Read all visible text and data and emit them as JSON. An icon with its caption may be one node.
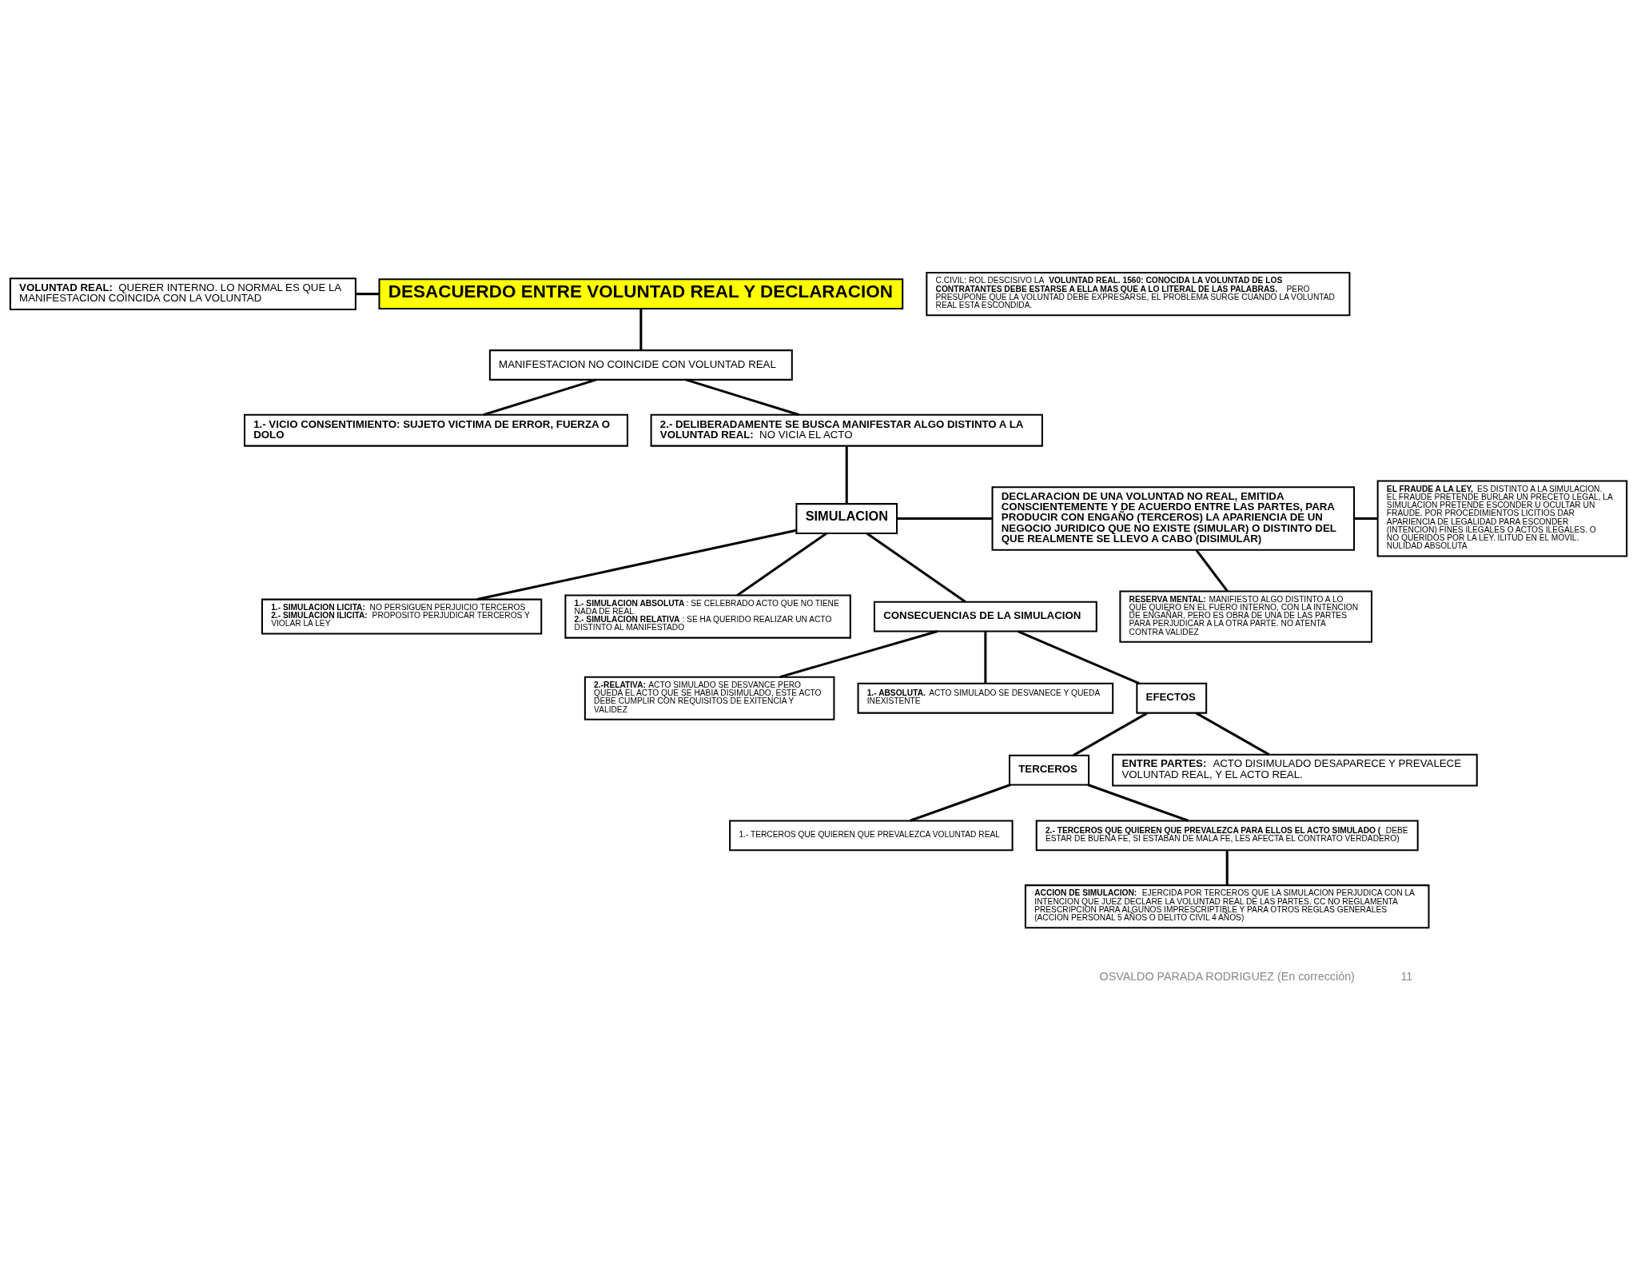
{
  "diagram": {
    "nodes": [
      {
        "text": [
          "**VOLUNTAD REAL:** QUERER INTERNO. LO NORMAL ES QUE LA MANIFESTACION COINCIDA CON LA VOLUNTAD"
        ]
      },
      {
        "text": [
          "DESACUERDO ENTRE VOLUNTAD REAL Y DECLARACION"
        ]
      },
      {
        "text": [
          "MANIFESTACION NO COINCIDE CON VOLUNTAD REAL"
        ]
      },
      {
        "text": [
          "1.- VICIO CONSENTIMIENTO: SUJETO VICTIMA DE ERROR, FUERZA O DOLO"
        ]
      },
      {
        "text": [
          "**2.- DELIBERADAMENTE SE BUSCA MANIFESTAR ALGO DISTINTO A LA VOLUNTAD REAL:** NO VICIA EL ACTO"
        ]
      },
      {
        "text": [
          "**EL FRAUDE A LA LEY,** ES DISTINTO A LA SIMULACION. EL FRAUDE PRETENDE BURLAR UN PRECETO LEGAL, LA SIMULACION PRETENDE ESCONDER U OCULTAR UN FRAUDE. POR PROCEDIMIENTOS LICITIOS DAR APARIENCIA DE LEGALIDAD PARA ESCONDER (INTENCION) FINES ILEGALES O ACTOS ILEGALES. O NO QUERIDOS POR LA LEY. ILITUD EN EL MOVIL. NULIDAD ABSOLUTA"
        ]
      },
      {
        "text": [
          "DECLARACION DE UNA VOLUNTAD NO REAL, EMITIDA CONSCIENTEMENTE Y DE ACUERDO ENTRE LAS PARTES, PARA PRODUCIR CON ENGAÑO (TERCEROS) LA APARIENCIA DE UN NEGOCIO JURIDICO QUE NO EXISTE (SIMULAR) O DISTINTO DEL QUE REALMENTE SE LLEVO A CABO (DISIMULAR)"
        ]
      },
      {
        "text": [
          "SIMULACION"
        ]
      },
      {
        "text": [
          "**1.- SIMULACION LICITA:** NO PERSIGUEN PERJUICIO TERCEROS",
          "**2.- SIMULACION ILICITA:** PROPOSITO PERJUDICAR TERCEROS Y VIOLAR LA LEY"
        ]
      },
      {
        "text": [
          "**1.- SIMULACION ABSOLUTA**: SE CELEBRADO ACTO QUE NO TIENE NADA DE REAL",
          "**2.- SIMULACION RELATIVA**: SE HA QUERIDO REALIZAR UN ACTO DISTINTO AL MANIFESTADO"
        ]
      },
      {
        "text": [
          "**RESERVA MENTAL:** MANIFIESTO ALGO DISTINTO A LO QUE QUIERO EN EL FUERO INTERNO, CON LA INTENCION DE ENGAÑAR, PERO ES OBRA DE UNA DE LAS PARTES PARA PERJUDICAR A LA OTRA PARTE. NO ATENTA CONTRA VALIDEZ"
        ]
      },
      {
        "text": [
          "C.CIVIL: ROL DESCISIVO LA **VOLUNTAD REAL. 1560: CONOCIDA LA VOLUNTAD DE LOS CONTRATANTES DEBE ESTARSE A ELLA MAS QUE A LO LITERAL DE LAS PALABRAS.** PERO PRESUPONE QUE LA VOLUNTAD DEBE EXPRESARSE, EL PROBLEMA SURGE CUANDO LA VOLUNTAD REAL ESTA ESCONDIDA."
        ]
      },
      {
        "text": [
          "CONSECUENCIAS DE LA SIMULACION"
        ]
      },
      {
        "text": [
          "**2.-RELATIVA:** ACTO SIMULADO SE DESVANCE PERO QUEDA EL ACTO QUE SE HABIA DISIMULADO, ESTE ACTO DEBE CUMPLIR CON REQUISITOS DE EXITENCIA Y VALIDEZ"
        ]
      },
      {
        "text": [
          "**1.- ABSOLUTA.** ACTO SIMULADO SE DESVANECE Y QUEDA INEXISTENTE"
        ]
      },
      {
        "text": [
          "EFECTOS"
        ]
      },
      {
        "text": [
          "1.- TERCEROS QUE QUIEREN QUE PREVALEZCA VOLUNTAD REAL"
        ]
      },
      {
        "text": [
          "TERCEROS"
        ]
      },
      {
        "text": [
          "**ENTRE PARTES:** ACTO DISIMULADO DESAPARECE Y PREVALECE VOLUNTAD REAL, Y EL ACTO REAL."
        ]
      },
      {
        "text": [
          "**2.- TERCEROS QUE QUIEREN QUE PREVALEZCA PARA ELLOS EL ACTO SIMULADO (**DEBE ESTAR DE BUENA FE, SI ESTABAN DE MALA FE, LES AFECTA EL CONTRATO VERDADERO)"
        ]
      },
      {
        "text": [
          "**ACCION DE SIMULACION:** EJERCIDA POR TERCEROS QUE LA SIMULACION PERJUDICA CON LA INTENCION QUE JUEZ DECLARE LA VOLUNTAD REAL DE LAS PARTES. CC NO REGLAMENTA PRESCRIPCION PARA ALGUNOS IMPRESCRIPTIBLE Y PARA OTROS REGLAS GENERALES (ACCION PERSONAL 5 AÑOS O DELITO CIVIL 4 AÑOS)"
        ]
      }
    ],
    "edges": [
      {
        "from": 0,
        "to": 1,
        "arrow": "none"
      },
      {
        "from": 1,
        "to": 2,
        "arrow": "none"
      },
      {
        "from": 2,
        "to": 3,
        "arrow": "none"
      },
      {
        "from": 2,
        "to": 4,
        "arrow": "none"
      },
      {
        "from": 4,
        "to": 7,
        "arrow": "none"
      },
      {
        "from": 7,
        "to": 6,
        "arrow": "none"
      },
      {
        "from": 6,
        "to": 5,
        "arrow": "none"
      },
      {
        "from": 6,
        "to": 10,
        "arrow": "none"
      },
      {
        "from": 7,
        "to": 8,
        "arrow": "none"
      },
      {
        "from": 7,
        "to": 9,
        "arrow": "none"
      },
      {
        "from": 7,
        "to": 12,
        "arrow": "none"
      },
      {
        "from": 12,
        "to": 13,
        "arrow": "none"
      },
      {
        "from": 12,
        "to": 14,
        "arrow": "none"
      },
      {
        "from": 12,
        "to": 15,
        "arrow": "none"
      },
      {
        "from": 15,
        "to": 17,
        "arrow": "none"
      },
      {
        "from": 15,
        "to": 18,
        "arrow": "none"
      },
      {
        "from": 17,
        "to": 16,
        "arrow": "none"
      },
      {
        "from": 17,
        "to": 19,
        "arrow": "none"
      },
      {
        "from": 19,
        "to": 20,
        "arrow": "none"
      }
    ],
    "labels": [
      "OSVALDO PARADA RODRIGUEZ (En corrección)",
      "11"
    ]
  }
}
